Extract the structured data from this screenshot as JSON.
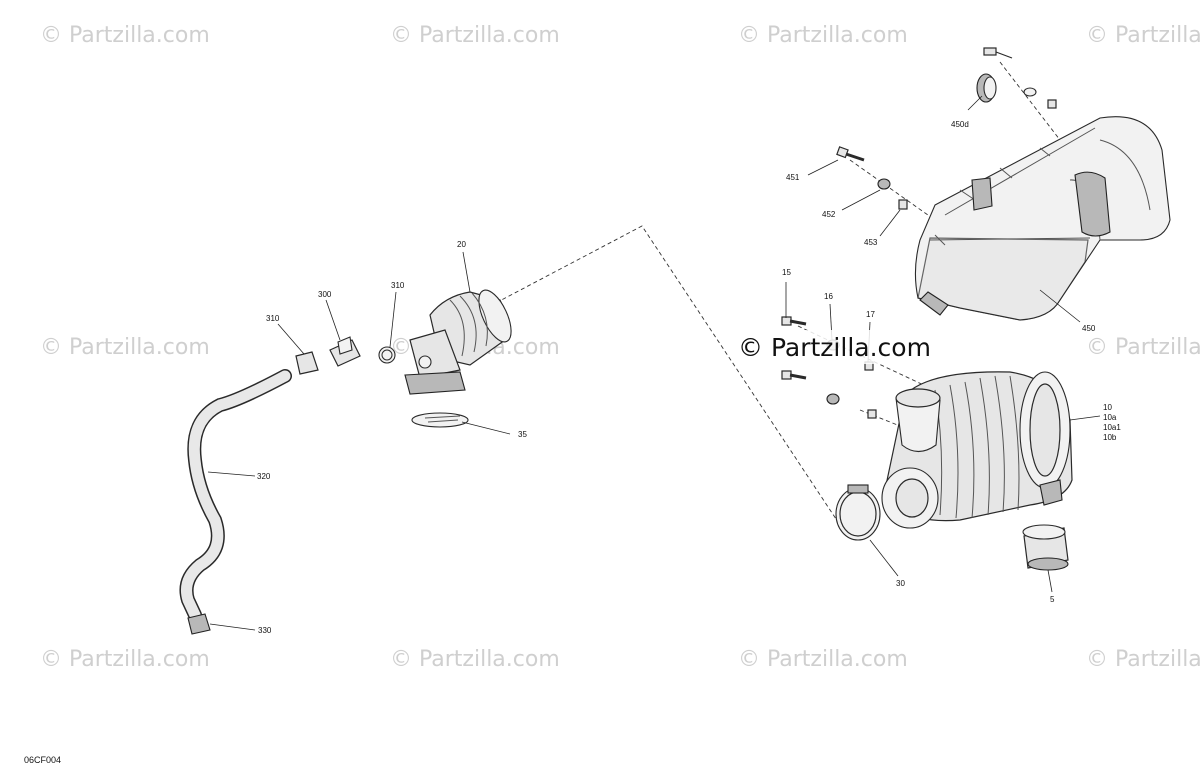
{
  "watermark": {
    "text": "© Partzilla.com"
  },
  "center_watermark": {
    "text": "© Partzilla.com"
  },
  "figure_code": "06CF004",
  "callouts": {
    "c450d": "450d",
    "c451": "451",
    "c452": "452",
    "c453": "453",
    "c450": "450",
    "c15": "15",
    "c16": "16",
    "c17": "17",
    "c10": "10",
    "c10a": "10a",
    "c10a1": "10a1",
    "c10b": "10b",
    "c30": "30",
    "c5": "5",
    "c20": "20",
    "c300": "300",
    "c310a": "310",
    "c310b": "310",
    "c35": "35",
    "c320": "320",
    "c330": "330"
  }
}
